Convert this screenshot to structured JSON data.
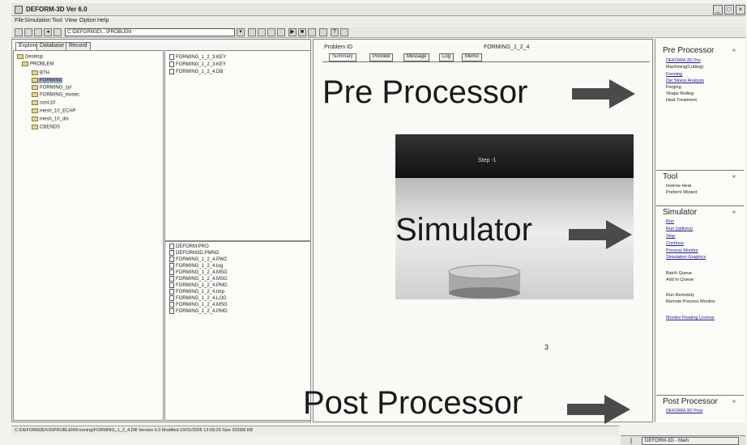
{
  "window": {
    "title": "DEFORM-3D Ver 6.0"
  },
  "menu": [
    "File",
    "Simulation",
    "Tool",
    "View",
    "Option",
    "Help"
  ],
  "toolbar": {
    "path_value": "C:\\DEFORM3D\\...\\PROBLEM"
  },
  "explorer": {
    "tabs": [
      "Explore",
      "Database",
      "Record"
    ],
    "tree_root": "Desktop",
    "tree": [
      "PROBLEM",
      "BTH",
      "FORMING",
      "FORMING_cyl",
      "FORMING_mvsec",
      "conc10",
      "mesh_10_ECAP",
      "mesh_10_dis",
      "CBENDS"
    ],
    "files_top": [
      "FORMING_1_2_3.KEY",
      "FORMING_1_2_3.KEY",
      "FORMING_1_2_4.DB"
    ],
    "files_bottom": [
      "DEFORM.PRO",
      "DEFORM3D.PMNG",
      "FORMING_1_2_4.PW2",
      "FORMING_1_2_4.log",
      "FORMING_1_2_4.MSG",
      "FORMING_1_2_4.MSG",
      "FORMING_1_2_4.PMG",
      "FORMING_1_2_4.tmp",
      "FORMING_1_2_4.LOG",
      "FORMING_1_2_4.MSG",
      "FORMING_1_2_4.PMG"
    ]
  },
  "center": {
    "problem_id_label": "Problem ID",
    "problem_id_value": "FORMING_1_2_4",
    "tabs": [
      "Summary",
      "Preview",
      "Message",
      "Log",
      "Memo"
    ],
    "pre_label": "Pre Processor",
    "sim_label": "Simulator",
    "post_label": "Post Processor",
    "image_label": "Step -1",
    "mark": "3"
  },
  "right": {
    "pre": {
      "title": "Pre Processor",
      "items": [
        "DEFORM-3D Pre",
        "Machining(Cutting)",
        "Forming",
        "Die Stress Analysis",
        "Forging",
        "Shape Rolling",
        "Heat Treatment"
      ]
    },
    "tool": {
      "title": "Tool",
      "items": [
        "Inverse Heat",
        "Preform Wizard"
      ]
    },
    "simulator": {
      "title": "Simulator",
      "group1": [
        "Run",
        "Run (options)",
        "Stop",
        "Continue",
        "Process Monitor",
        "Simulation Graphics"
      ],
      "group2": [
        "Batch Queue",
        "Add to Queue"
      ],
      "group3": [
        "Run Remotely",
        "Remote Process Monitor"
      ],
      "group4": [
        "Monitor Floating License"
      ]
    },
    "post": {
      "title": "Post Processor",
      "items": [
        "DEFORM-3D Post"
      ]
    }
  },
  "status": {
    "text": "C:\\DEFORM3D\\V6\\PROBLEM\\Forming\\FORMING_1_2_4.DB  Version 6.0  Modified 10/01/2005 13:09:29  Size 2039/8 KB",
    "taskbar_item": "DEFORM-3D - Main"
  },
  "colors": {
    "link": "#1b1b8f",
    "arrow": "#4a4a4a"
  }
}
